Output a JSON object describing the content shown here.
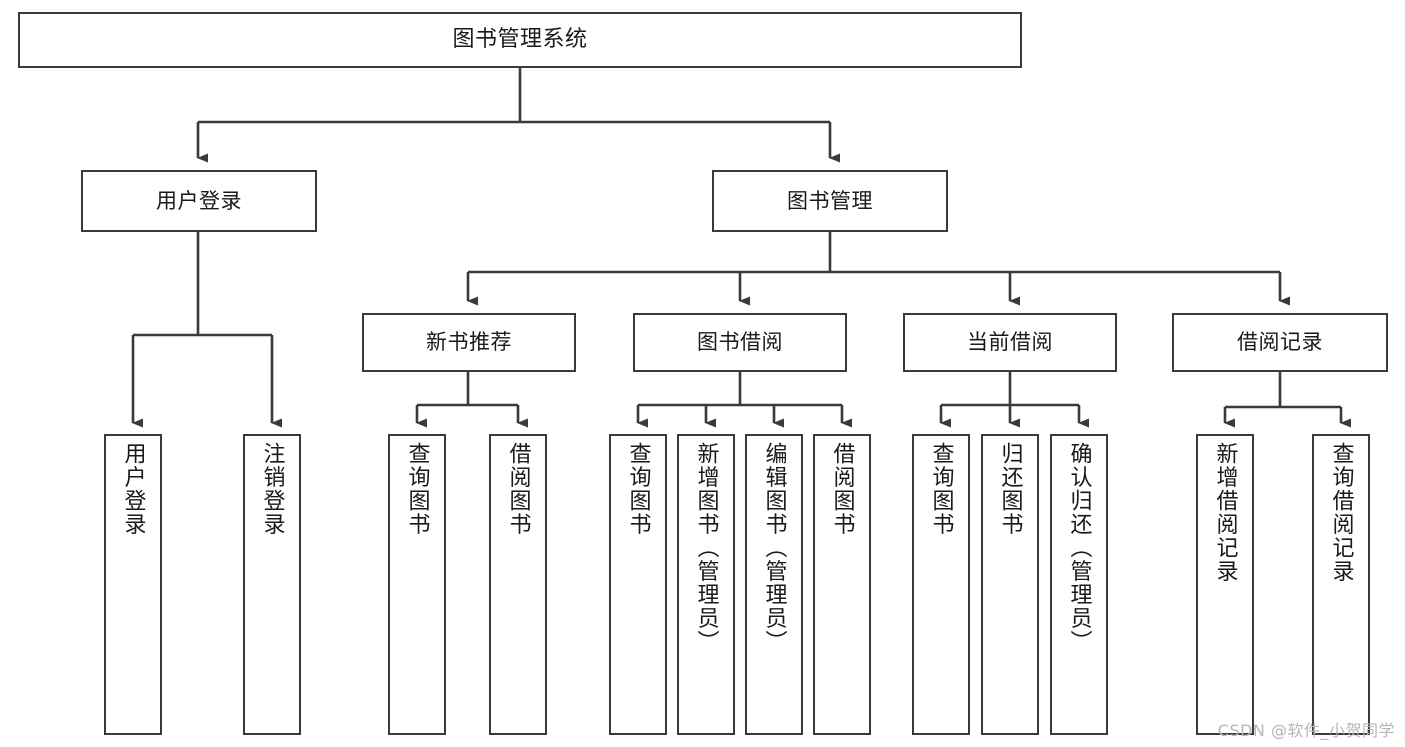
{
  "diagram": {
    "title": "图书管理系统",
    "type": "hierarchy-tree",
    "orientation": "top-down",
    "stroke_color": "#3a3a3a",
    "fill_color": "#ffffff",
    "text_color": "#1a1a1a",
    "levels": 4,
    "root": {
      "label": "图书管理系统",
      "text_orientation": "horizontal"
    },
    "level2": [
      {
        "label": "用户登录",
        "text_orientation": "horizontal"
      },
      {
        "label": "图书管理",
        "text_orientation": "horizontal"
      }
    ],
    "level3": [
      {
        "label": "新书推荐",
        "text_orientation": "horizontal"
      },
      {
        "label": "图书借阅",
        "text_orientation": "horizontal"
      },
      {
        "label": "当前借阅",
        "text_orientation": "horizontal"
      },
      {
        "label": "借阅记录",
        "text_orientation": "horizontal"
      }
    ],
    "leaves": {
      "user_login": [
        {
          "label": "用户登录",
          "text_orientation": "vertical"
        },
        {
          "label": "注销登录",
          "text_orientation": "vertical"
        }
      ],
      "new_book_recommend": [
        {
          "label": "查询图书",
          "text_orientation": "vertical"
        },
        {
          "label": "借阅图书",
          "text_orientation": "vertical"
        }
      ],
      "book_borrow": [
        {
          "label": "查询图书",
          "text_orientation": "vertical"
        },
        {
          "label": "新增图书（管理员）",
          "text_orientation": "vertical"
        },
        {
          "label": "编辑图书（管理员）",
          "text_orientation": "vertical"
        },
        {
          "label": "借阅图书",
          "text_orientation": "vertical"
        }
      ],
      "current_borrow": [
        {
          "label": "查询图书",
          "text_orientation": "vertical"
        },
        {
          "label": "归还图书",
          "text_orientation": "vertical"
        },
        {
          "label": "确认归还（管理员）",
          "text_orientation": "vertical"
        }
      ],
      "borrow_record": [
        {
          "label": "新增借阅记录",
          "text_orientation": "vertical"
        },
        {
          "label": "查询借阅记录",
          "text_orientation": "vertical"
        }
      ]
    }
  },
  "watermark": {
    "text": "CSDN @软件_小贺同学"
  }
}
